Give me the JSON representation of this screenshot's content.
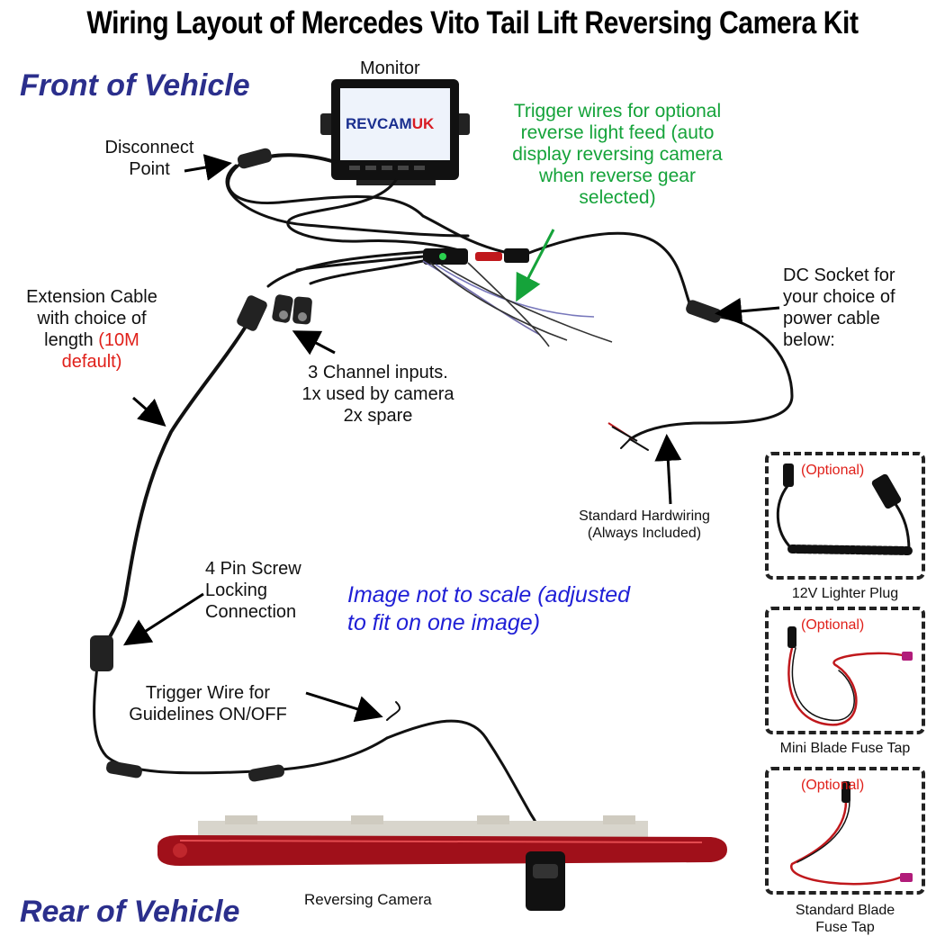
{
  "title": "Wiring Layout of Mercedes Vito Tail Lift Reversing Camera Kit",
  "front_label": "Front of Vehicle",
  "rear_label": "Rear of Vehicle",
  "monitor": {
    "label": "Monitor",
    "brand_a": "REV",
    "brand_b": "CAM",
    "brand_c": "UK"
  },
  "labels": {
    "disconnect_1": "Disconnect",
    "disconnect_2": "Point",
    "trigger_1": "Trigger wires for optional",
    "trigger_2": "reverse light feed (auto",
    "trigger_3": "display reversing camera",
    "trigger_4": "when reverse gear",
    "trigger_5": "selected)",
    "ext_1": "Extension Cable",
    "ext_2": "with choice of",
    "ext_3": "length",
    "ext_red_1": "(10M",
    "ext_red_2": "default)",
    "dc_1": "DC Socket for",
    "dc_2": "your choice of",
    "dc_3": "power cable",
    "dc_4": "below:",
    "channel_1": "3 Channel inputs.",
    "channel_2": "1x used by camera",
    "channel_3": "2x spare",
    "hardwire_1": "Standard Hardwiring",
    "hardwire_2": "(Always Included)",
    "pin_1": "4 Pin Screw",
    "pin_2": "Locking",
    "pin_3": "Connection",
    "scale_1": "Image not to scale (adjusted",
    "scale_2": "to fit on one image)",
    "guide_1": "Trigger Wire for",
    "guide_2": "Guidelines ON/OFF",
    "camera": "Reversing Camera"
  },
  "options": [
    {
      "tag": "(Optional)",
      "caption_1": "12V Lighter Plug",
      "caption_2": ""
    },
    {
      "tag": "(Optional)",
      "caption_1": "Mini Blade Fuse Tap",
      "caption_2": ""
    },
    {
      "tag": "(Optional)",
      "caption_1": "Standard Blade",
      "caption_2": "Fuse Tap"
    }
  ],
  "colors": {
    "title": "#000000",
    "side_labels": "#2b2f8c",
    "trigger_note": "#15a33a",
    "scale_note": "#1f1fd6",
    "optional_tag": "#e0201a",
    "light_bar": "#a0101a"
  }
}
